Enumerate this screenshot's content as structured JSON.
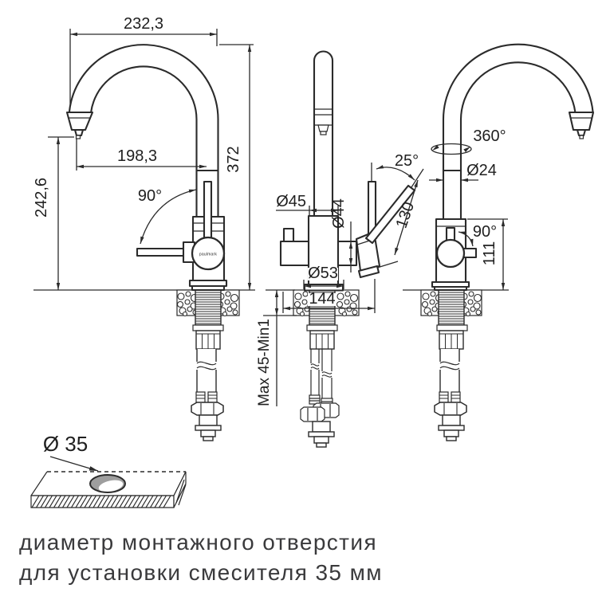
{
  "dims": {
    "top_width": "232,3",
    "total_height": "372",
    "spout_reach": "198,3",
    "spout_height": "242,6",
    "handle_swing_left": "90°",
    "body_diameter": "Ø45",
    "cartridge_diameter": "Ø44",
    "handle_tilt": "25°",
    "handle_length": "130",
    "base_diameter": "Ø53",
    "clearance_width": "144",
    "deck_thickness_range": "Max 45-Min1",
    "swivel_angle": "360°",
    "spout_tube_diameter": "Ø24",
    "handle_swing_right": "90°",
    "body_height": "111",
    "mounting_hole_diameter": "Ø 35"
  },
  "brand_logo": "paulmark",
  "caption": {
    "line1": "диаметр монтажного отверстия",
    "line2": "для установки смесителя 35 мм"
  },
  "colors": {
    "line": "#2b2b2b",
    "text": "#1f1f1f",
    "caption_text": "#3a3a3c",
    "hole_fill": "#9e9e9e",
    "background": "#ffffff"
  }
}
